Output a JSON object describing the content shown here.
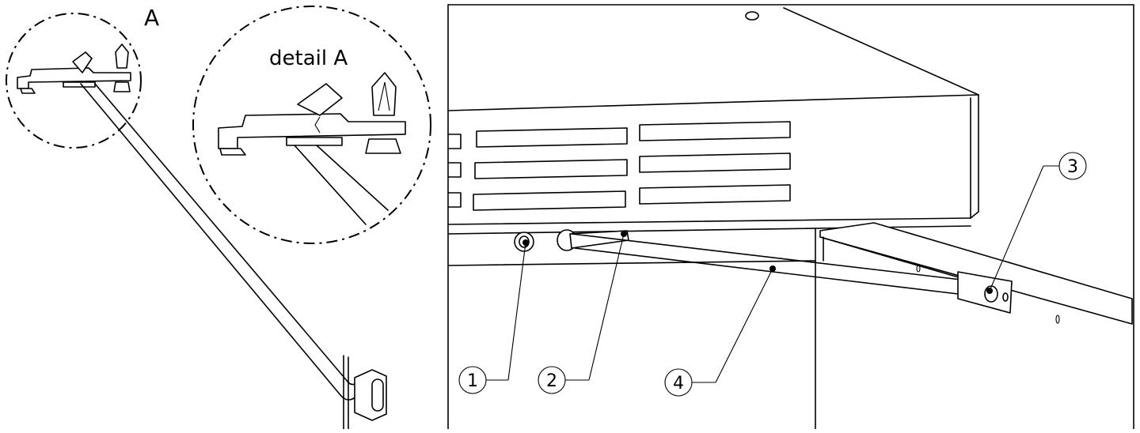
{
  "figure": {
    "detail_marker": "A",
    "detail_title": "detail A",
    "callouts": [
      {
        "id": "1",
        "label": "1"
      },
      {
        "id": "2",
        "label": "2"
      },
      {
        "id": "3",
        "label": "3"
      },
      {
        "id": "4",
        "label": "4"
      }
    ]
  },
  "colors": {
    "line": "#000000",
    "background": "#ffffff"
  }
}
